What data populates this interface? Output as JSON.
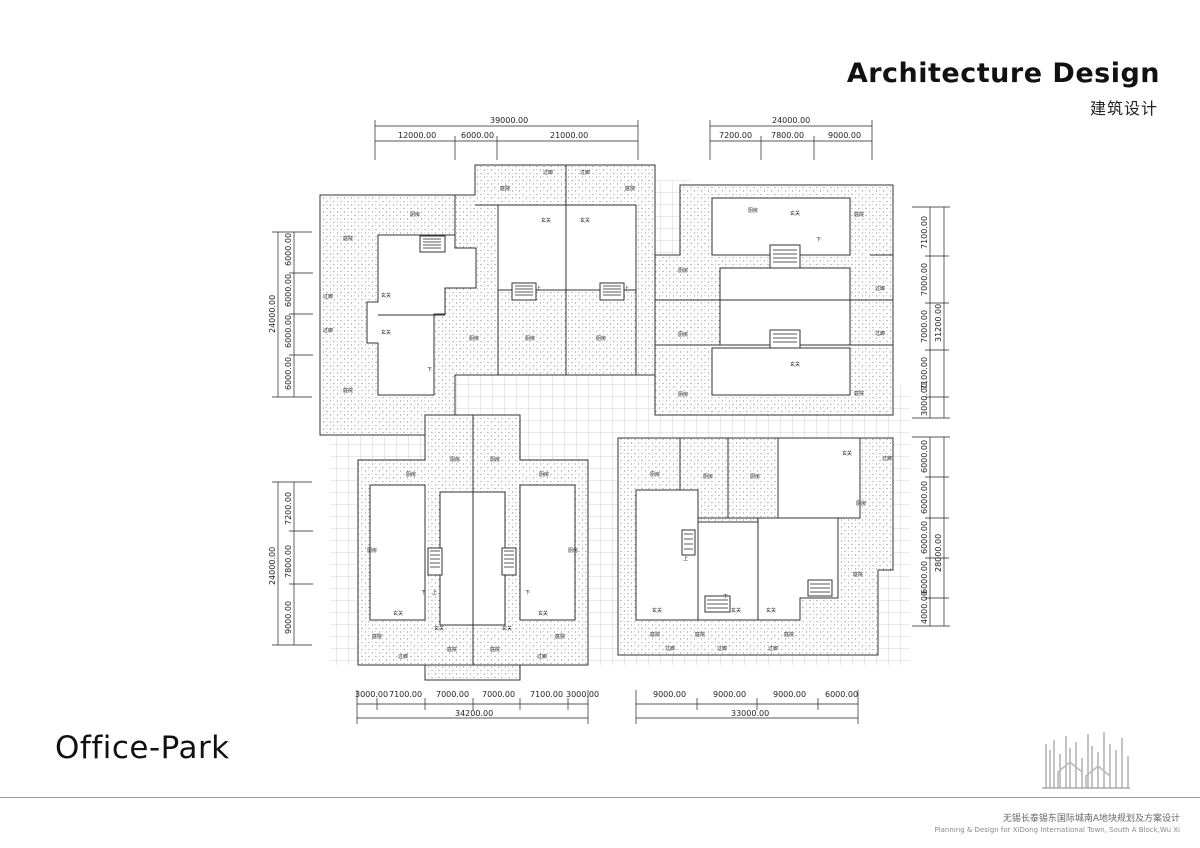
{
  "header": {
    "title": "Architecture Design",
    "subtitle_cn": "建筑设计"
  },
  "project_name": "Office-Park",
  "footer": {
    "cn": "无锡长泰锡东国际城南A地块规划及方案设计",
    "en": "Planning & Design for XiDong International Town, South A Block,Wu Xi"
  },
  "dimensions": {
    "top_left": {
      "total": "39000.00",
      "parts": [
        "12000.00",
        "6000.00",
        "21000.00"
      ]
    },
    "top_right": {
      "total": "24000.00",
      "parts": [
        "7200.00",
        "7800.00",
        "9000.00"
      ]
    },
    "left_upper": {
      "total": "24000.00",
      "parts": [
        "6000.00",
        "6000.00",
        "6000.00",
        "6000.00"
      ]
    },
    "left_lower": {
      "total": "24000.00",
      "parts": [
        "7200.00",
        "7800.00",
        "9000.00"
      ]
    },
    "right_upper": {
      "total": "31200.00",
      "parts": [
        "7100.00",
        "7000.00",
        "7000.00",
        "7100.00",
        "3000.00"
      ]
    },
    "right_lower": {
      "total": "28000.00",
      "parts": [
        "6000.00",
        "6000.00",
        "6000.00",
        "6000.00",
        "4000.00"
      ]
    },
    "bottom_left": {
      "total": "34200.00",
      "parts": [
        "3000.00",
        "7100.00",
        "7000.00",
        "7000.00",
        "7100.00",
        "3000.00"
      ]
    },
    "bottom_right": {
      "total": "33000.00",
      "parts": [
        "9000.00",
        "9000.00",
        "9000.00",
        "6000.00"
      ]
    }
  },
  "room_labels": {
    "entrance": "玄关",
    "kitchen": "厨房",
    "corridor": "过廊",
    "garden": "庭院",
    "up": "上",
    "down": "下"
  },
  "colors": {
    "line": "#333333",
    "hatch_dot": "#8a8a8a",
    "grid": "#9d9d9d",
    "footer_rule": "#9a9a9a"
  },
  "icons": {
    "logo": "city-skyline-logo-icon",
    "stair": "stair-icon"
  }
}
